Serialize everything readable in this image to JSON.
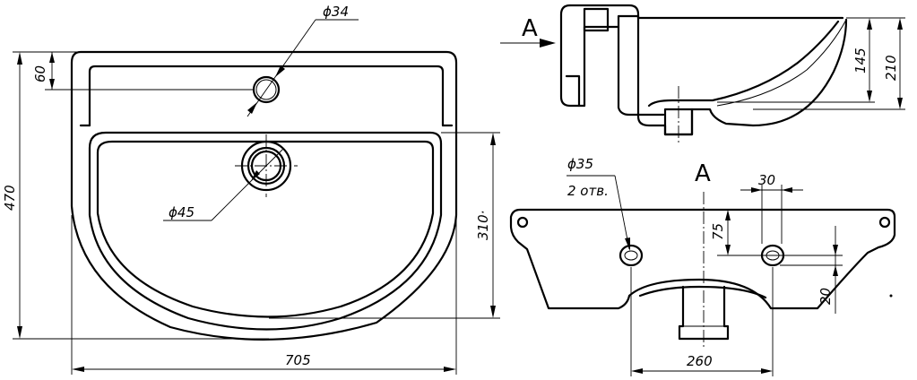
{
  "top_view": {
    "dim_width": "705",
    "dim_height": "470",
    "dim_bowl_depth": "310·",
    "dim_tap_offset": "60",
    "dim_tap_hole": "ϕ34",
    "dim_drain_hole": "ϕ45"
  },
  "side_view": {
    "view_marker": "A",
    "dim_bowl_height": "145",
    "dim_total_height": "210"
  },
  "front_view": {
    "view_title": "A",
    "dim_mount_hole": "ϕ35",
    "dim_mount_count": "2 отв.",
    "dim_spacing_30": "30",
    "dim_height_75": "75",
    "dim_offset_20": "20",
    "dim_width_260": "260"
  }
}
